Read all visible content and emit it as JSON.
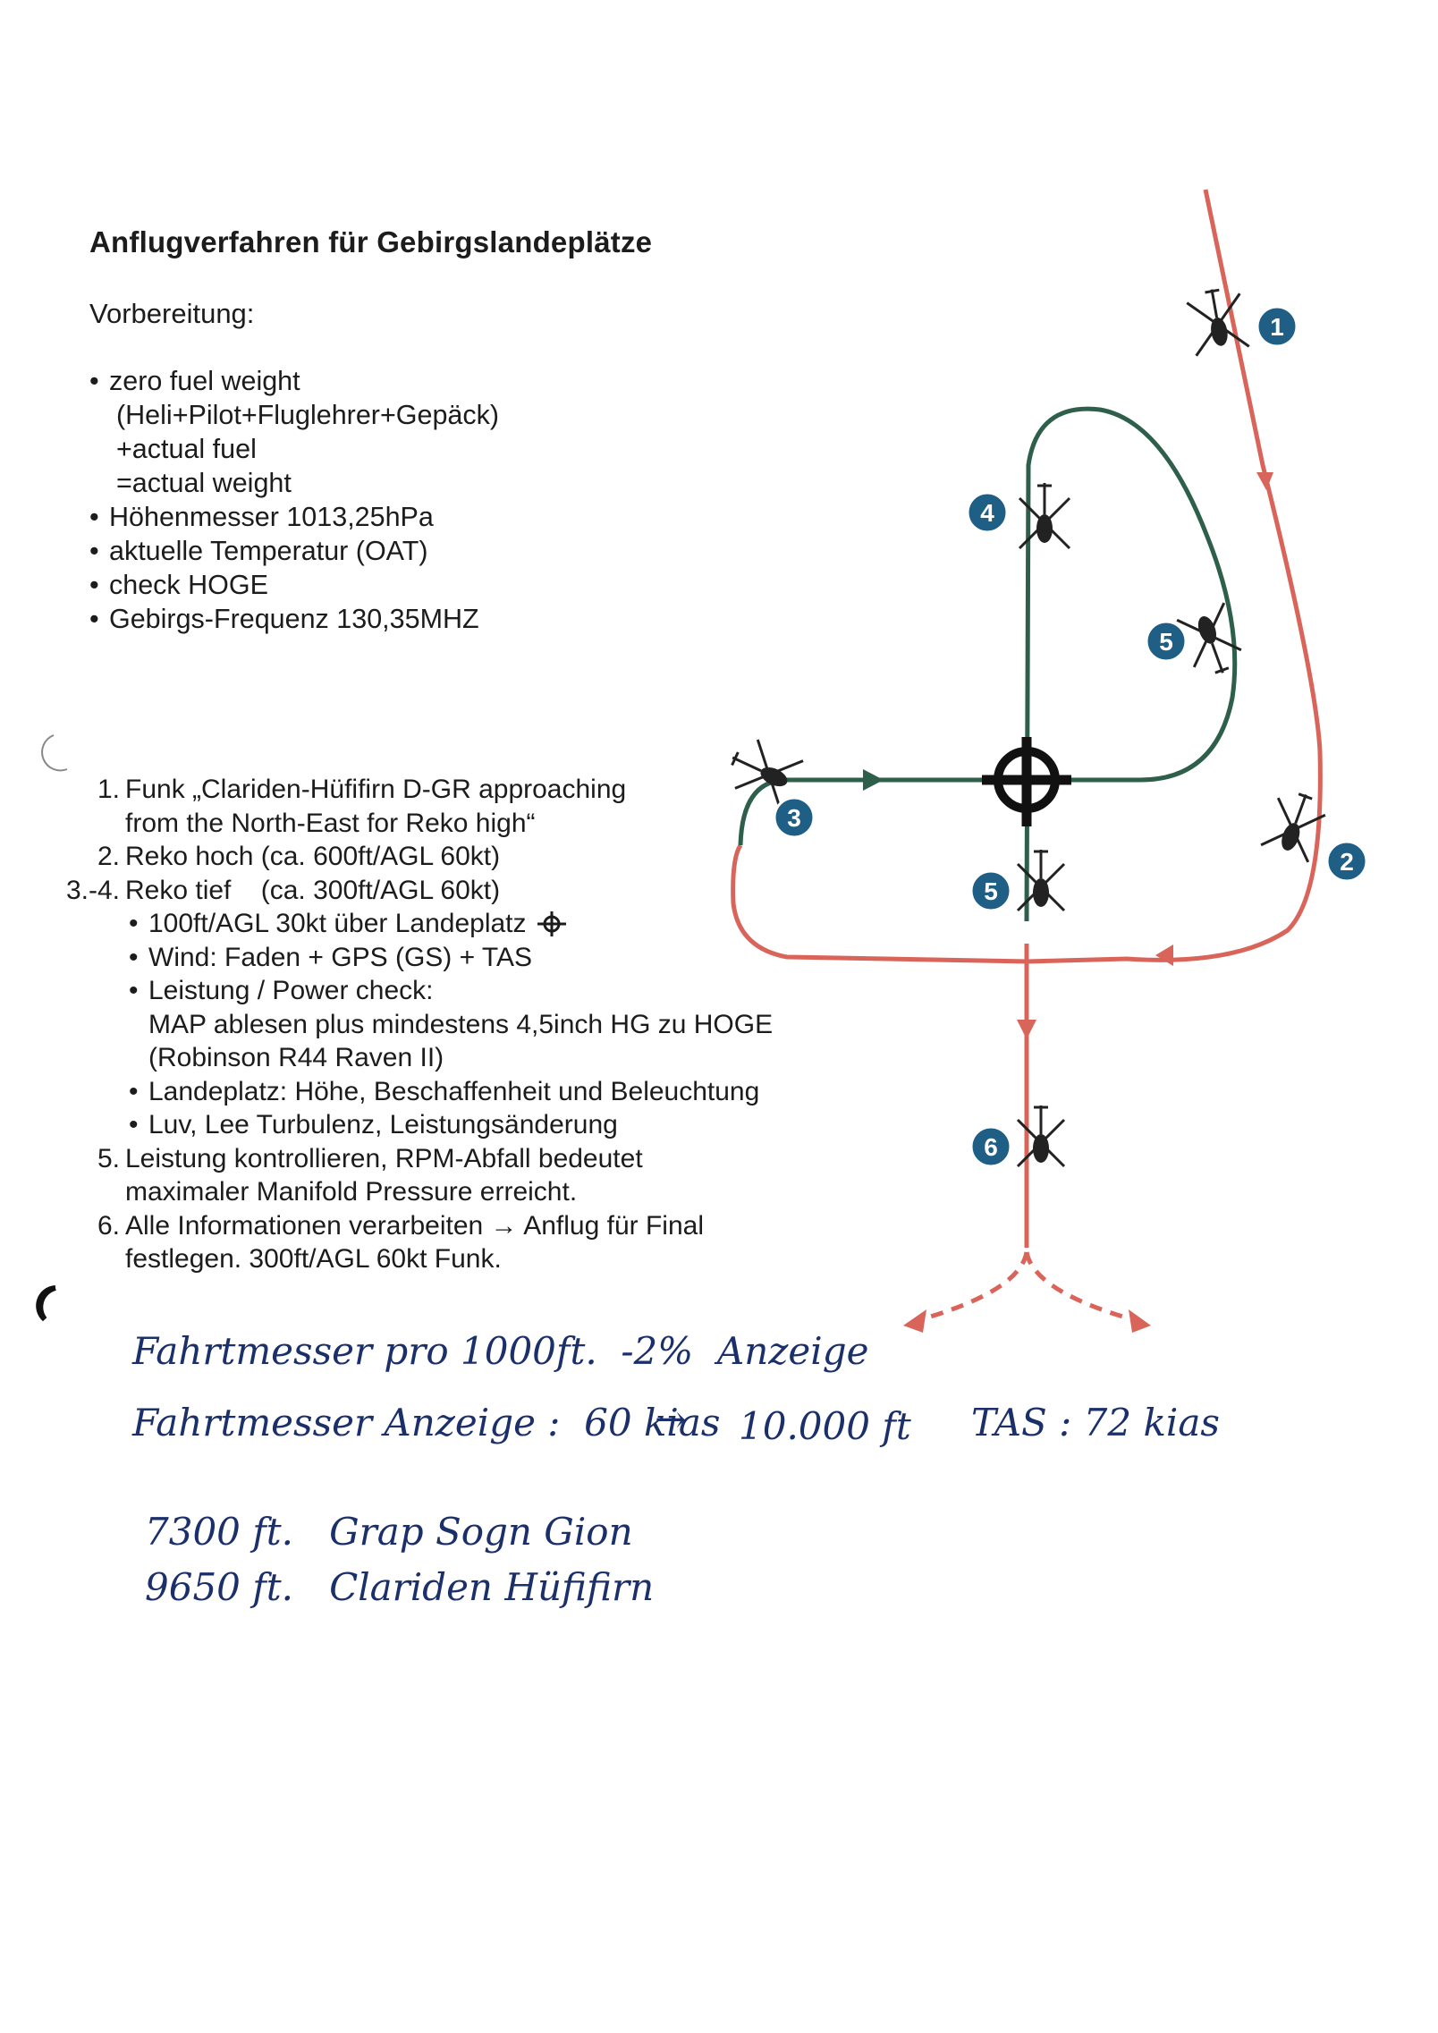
{
  "document": {
    "title": "Anflugverfahren für Gebirgslandeplätze",
    "subtitle": "Vorbereitung:",
    "preparation": [
      {
        "lines": [
          "zero fuel weight",
          "(Heli+Pilot+Fluglehrer+Gepäck)",
          "+actual fuel",
          "=actual weight"
        ]
      },
      {
        "lines": [
          "Höhenmesser 1013,25hPa"
        ]
      },
      {
        "lines": [
          "aktuelle Temperatur (OAT)"
        ]
      },
      {
        "lines": [
          "check HOGE"
        ]
      },
      {
        "lines": [
          "Gebirgs-Frequenz 130,35MHZ"
        ]
      }
    ],
    "steps": [
      {
        "num": "1.",
        "lines": [
          "Funk „Clariden-Hüfifirn D-GR approaching",
          "from the North-East for Reko high“"
        ]
      },
      {
        "num": "2.",
        "lines": [
          "Reko hoch (ca. 600ft/AGL 60kt)"
        ]
      },
      {
        "num": "3.-4.",
        "lines": [
          "Reko tief    (ca. 300ft/AGL 60kt)"
        ]
      }
    ],
    "sub_steps": [
      {
        "lines": [
          "100ft/AGL 30kt über Landeplatz"
        ]
      },
      {
        "lines": [
          "Wind: Faden + GPS (GS) + TAS"
        ]
      },
      {
        "lines": [
          "Leistung / Power check:",
          "MAP ablesen plus mindestens 4,5inch HG zu HOGE",
          "(Robinson R44 Raven II)"
        ]
      },
      {
        "lines": [
          "Landeplatz: Höhe, Beschaffenheit und Beleuchtung"
        ]
      },
      {
        "lines": [
          "Luv, Lee Turbulenz, Leistungsänderung"
        ]
      }
    ],
    "steps_after": [
      {
        "num": "5.",
        "lines": [
          "Leistung kontrollieren, RPM-Abfall bedeutet",
          "maximaler Manifold Pressure erreicht."
        ]
      },
      {
        "num": "6.",
        "lines": [
          "Alle Informationen verarbeiten → Anflug für Final",
          "festlegen. 300ft/AGL 60kt Funk."
        ]
      }
    ]
  },
  "handwritten": {
    "line1": "Fahrtmesser pro 1000ft.  -2%  Anzeige",
    "line2a": "Fahrtmesser Anzeige :  60 kias",
    "line2b": "→",
    "line2c": "10.000 ft",
    "line2d": "TAS : 72 kias",
    "line3": "7300 ft.   Grap Sogn Gion",
    "line4": "9650 ft.   Clariden Hüfifirn"
  },
  "diagram": {
    "markers": [
      "1",
      "2",
      "3",
      "4",
      "5",
      "5",
      "6"
    ],
    "colors": {
      "approach": "#d9655a",
      "circuit": "#2d5f4a",
      "badge": "#1f5f86",
      "helicopter": "#222222"
    },
    "icons": [
      "helicopter-icon",
      "landing-target-icon",
      "arrow-icon"
    ]
  }
}
